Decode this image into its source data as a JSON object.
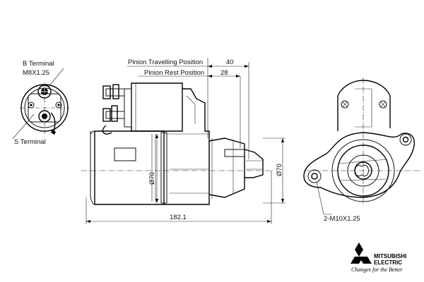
{
  "labels": {
    "b_terminal": "B Terminal",
    "b_thread": "M8X1.25",
    "s_terminal": "S Terminal",
    "pinion_travelling": "Pinion Travelling Position",
    "pinion_rest": "Pinion Rest Position",
    "bolt_holes": "2-M10X1.25"
  },
  "dimensions": {
    "travel": "40",
    "rest": "28",
    "dia_body": "Ø70",
    "dia_nose": "Ø70",
    "overall_length": "182.1"
  },
  "brand": {
    "name_line1": "MITSUBISHI",
    "name_line2": "ELECTRIC",
    "tagline": "Changes for the Better"
  }
}
